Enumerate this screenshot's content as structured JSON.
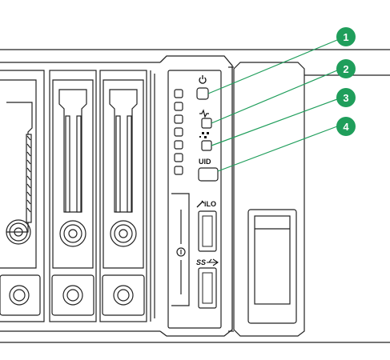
{
  "front_panel": {
    "buttons": [
      {
        "id": "power",
        "icon": "power-icon",
        "label": ""
      },
      {
        "id": "health",
        "icon": "health-icon",
        "label": ""
      },
      {
        "id": "nic",
        "icon": "network-icon",
        "label": ""
      },
      {
        "id": "uid",
        "icon": "uid-button",
        "label": "UID"
      }
    ],
    "ilo_port_label": "iLO",
    "usb_port_label": "SS"
  },
  "callouts": [
    {
      "number": "1",
      "target": "power"
    },
    {
      "number": "2",
      "target": "health"
    },
    {
      "number": "3",
      "target": "nic"
    },
    {
      "number": "4",
      "target": "uid"
    }
  ],
  "colors": {
    "callout": "#1f9e5b",
    "line": "#1f9e5b",
    "outline": "#222222"
  },
  "drive_bays": 4
}
